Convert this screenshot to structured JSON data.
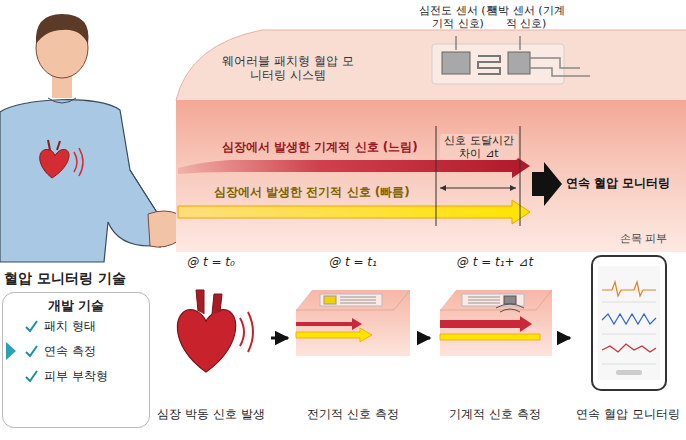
{
  "diagram": {
    "nodes": [
      {
        "text": [
          "@ t = t₀",
          "심장 박동 신호 발생"
        ]
      },
      {
        "text": [
          "@ t = t₁",
          "전기적 신호 측정"
        ]
      },
      {
        "text": [
          "@ t = t₁+ ⊿t",
          "기계적 신호 측정"
        ]
      },
      {
        "text": [
          "연속 혈압 모니터링"
        ]
      },
      {
        "text": [
          "혈압 모니터링 기술",
          "개발 기술"
        ]
      }
    ],
    "edges": [
      {
        "from": 0,
        "to": 1,
        "arrow": "to"
      },
      {
        "from": 1,
        "to": 2,
        "arrow": "to"
      },
      {
        "from": 2,
        "to": 3,
        "arrow": "to"
      }
    ],
    "labels": [
      "웨어러블 패치형 혈압 모니터링 시스템",
      "심전도 센서 (전기적 신호)",
      "맥박 센서 (기계적 신호)",
      "심장에서 발생한 기계적 신호 (느림)",
      "심장에서 발생한 전기적 신호 (빠름)",
      "신호 도달시간 차이 ⊿t",
      "연속 혈압 모니터링",
      "손목 피부",
      "패치 형태",
      "연속 측정",
      "피부 부착형"
    ]
  }
}
